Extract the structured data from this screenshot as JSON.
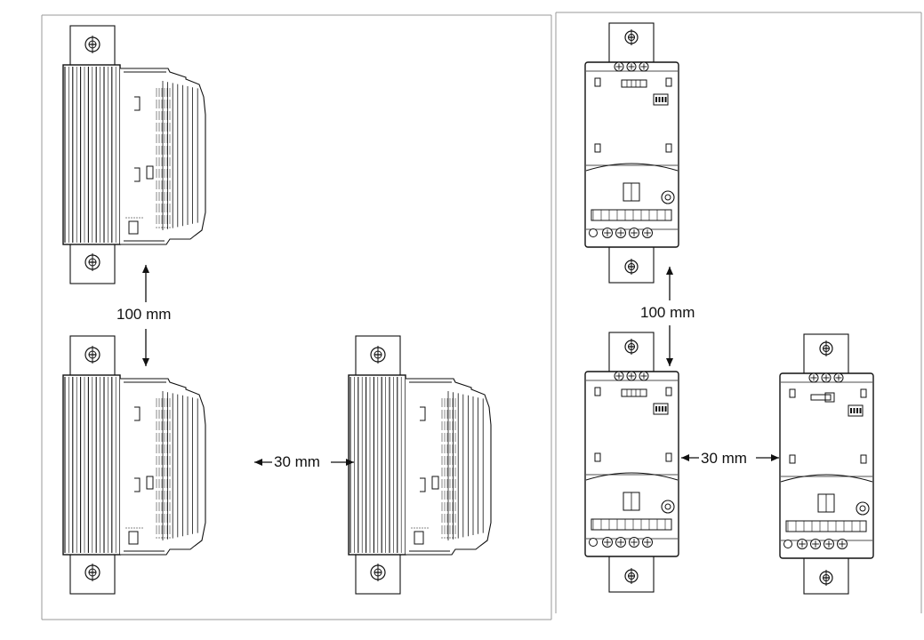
{
  "title": "",
  "panels": {
    "side_view": {
      "vertical_clearance": "100 mm",
      "horizontal_clearance": "30 mm"
    },
    "front_view": {
      "vertical_clearance": "100 mm",
      "horizontal_clearance": "30 mm"
    }
  },
  "colors": {
    "line": "#111111",
    "frame": "#9a9a9a",
    "background": "#ffffff"
  },
  "icons": {
    "mounting_screw": "mounting-screw-icon",
    "terminal_screw": "terminal-screw-icon"
  }
}
